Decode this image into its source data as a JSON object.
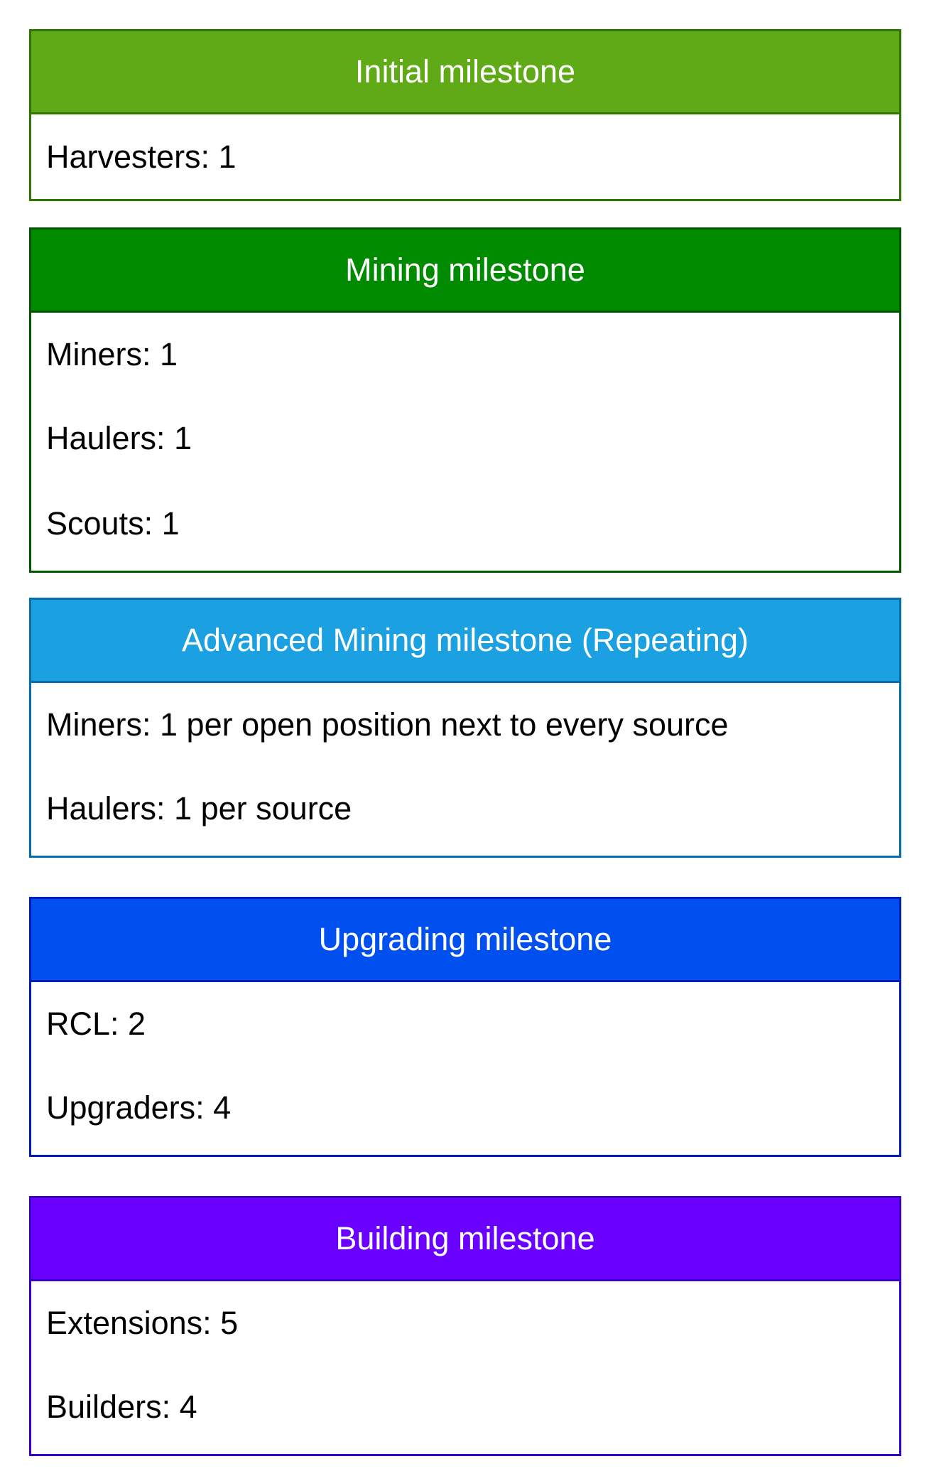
{
  "milestones": [
    {
      "title": "Initial milestone",
      "header_color": "#60a917",
      "border_color": "#2d7600",
      "items": [
        "Harvesters: 1"
      ]
    },
    {
      "title": "Mining milestone",
      "header_color": "#008a00",
      "border_color": "#005700",
      "items": [
        "Miners: 1",
        "Haulers: 1",
        "Scouts: 1"
      ]
    },
    {
      "title": "Advanced Mining milestone (Repeating)",
      "header_color": "#1ba1e2",
      "border_color": "#006eaf",
      "items": [
        "Miners: 1 per open position next to every source",
        "Haulers: 1 per source"
      ]
    },
    {
      "title": "Upgrading milestone",
      "header_color": "#0050ef",
      "border_color": "#001dbc",
      "items": [
        "RCL: 2",
        "Upgraders: 4"
      ]
    },
    {
      "title": "Building milestone",
      "header_color": "#6a00ff",
      "border_color": "#3700cc",
      "items": [
        "Extensions: 5",
        "Builders: 4"
      ]
    }
  ]
}
